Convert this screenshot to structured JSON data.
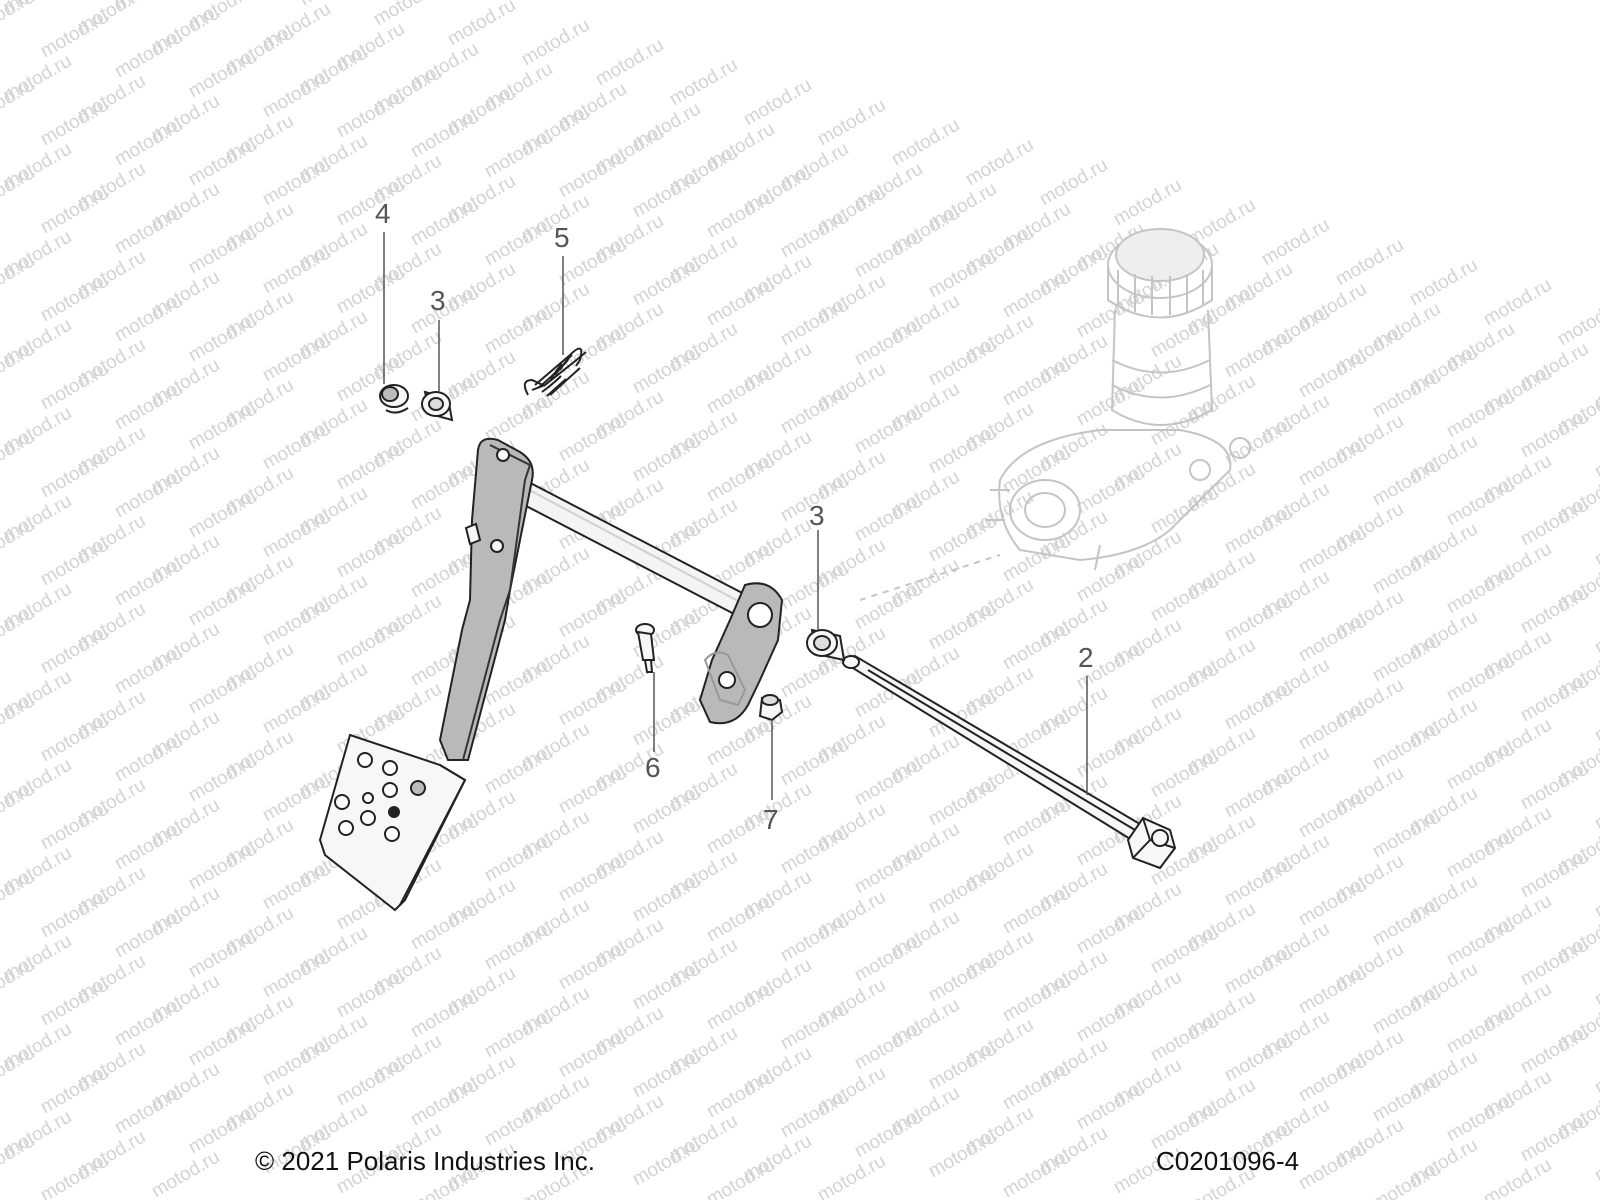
{
  "watermark_text": "motod.ru",
  "callouts": {
    "c2": "2",
    "c3a": "3",
    "c3b": "3",
    "c4": "4",
    "c5": "5",
    "c6": "6",
    "c7": "7"
  },
  "footer": {
    "copyright": "© 2021 Polaris Industries Inc.",
    "figure_code": "C0201096-4"
  },
  "colors": {
    "part_line": "#222222",
    "part_fill": "#f7f7f7",
    "pedal_arm_fill": "#b9b9b9",
    "ghost_line": "#c4c4c4",
    "watermark": "#d3d3d3",
    "callout_text": "#555555"
  }
}
